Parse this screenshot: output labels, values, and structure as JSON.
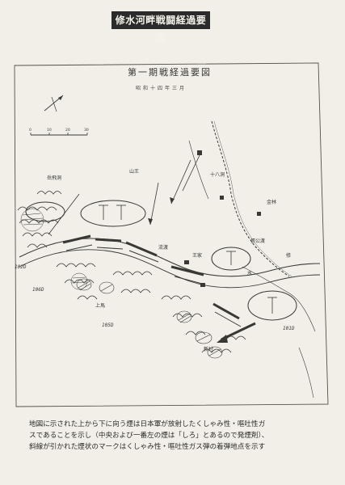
{
  "title": "修水河畔戦闘経過要図",
  "map": {
    "header": "第一期戦経過要図",
    "header_sub": "昭和十四年三月",
    "scale_labels": [
      "0",
      "10",
      "20",
      "30"
    ],
    "labels": [
      "岳飛洞",
      "王家",
      "上馬",
      "流渡",
      "新村",
      "十八洞",
      "金林",
      "山王",
      "張公渡",
      "105D",
      "106D",
      "102D",
      "101D",
      "水",
      "修"
    ]
  },
  "caption": {
    "lines": [
      "地図に示された上から下に向う煙は日本軍が放射したくしゃみ性・嘔吐性ガ",
      "スであることを示し（中央および一番左の煙は「しろ」とあるので発煙剤）、",
      "斜線が引かれた煙状のマークはくしゃみ性・嘔吐性ガス弾の着弾地点を示す"
    ]
  },
  "colors": {
    "title_bg": "#2b2b2b",
    "paper": "#f1efe8",
    "ink": "#3a3835"
  }
}
